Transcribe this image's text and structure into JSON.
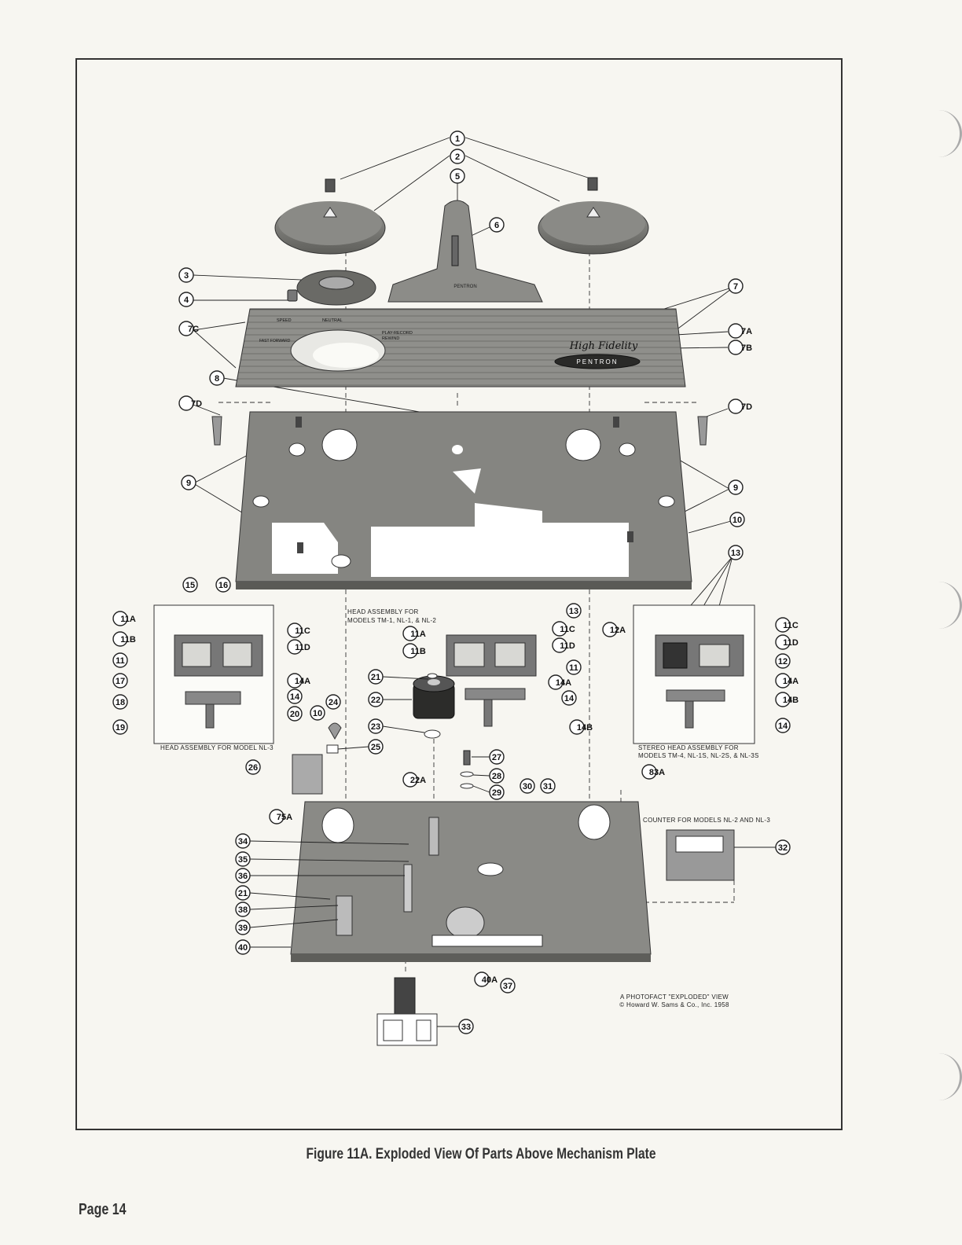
{
  "figure": {
    "caption": "Figure 11A. Exploded View Of Parts Above Mechanism Plate",
    "page_number": "Page 14",
    "credit_line1": "A PHOTOFACT \"EXPLODED\" VIEW",
    "credit_line2": "© Howard W. Sams & Co., Inc. 1958"
  },
  "brand": {
    "script": "High Fidelity",
    "badge": "PENTRON",
    "stand": "PENTRON"
  },
  "panel_labels": {
    "speed": "SPEED",
    "neutral": "NEUTRAL",
    "play_record": "PLAY-RECORD",
    "rewind": "REWIND",
    "fast_forward": "FAST FORWARD"
  },
  "boxes": {
    "head_nl3": "HEAD ASSEMBLY FOR MODEL NL-3",
    "head_tm1_line1": "HEAD ASSEMBLY FOR",
    "head_tm1_line2": "MODELS TM-1, NL-1, & NL-2",
    "stereo_line1": "STEREO HEAD ASSEMBLY FOR",
    "stereo_line2": "MODELS TM-4, NL-1S, NL-2S, & NL-3S",
    "counter": "COUNTER FOR MODELS NL-2 AND NL-3"
  },
  "callouts": {
    "c1": "1",
    "c2": "2",
    "c3": "3",
    "c4": "4",
    "c5": "5",
    "c6": "6",
    "c7": "7",
    "c7a": "7A",
    "c7b": "7B",
    "c7c": "7C",
    "c7d_left": "7D",
    "c7d_right": "7D",
    "c8": "8",
    "c9_left": "9",
    "c9_right": "9",
    "c10_plate": "10",
    "c10_nl3": "10",
    "c11a_nl3": "11A",
    "c11b_nl3": "11B",
    "c11_nl3": "11",
    "c11c_nl3": "11C",
    "c11d_nl3": "11D",
    "c11a_tm": "11A",
    "c11b_tm": "11B",
    "c11c_tm": "11C",
    "c11d_tm": "11D",
    "c11_tm": "11",
    "c11c_st": "11C",
    "c11d_st": "11D",
    "c12": "12",
    "c12a": "12A",
    "c13_top": "13",
    "c13_tm": "13",
    "c14a_nl3": "14A",
    "c14_nl3": "14",
    "c14a_tm": "14A",
    "c14_tm": "14",
    "c14b_tm": "14B",
    "c14a_st": "14A",
    "c14b_st": "14B",
    "c14_st": "14",
    "c15": "15",
    "c16": "16",
    "c17": "17",
    "c18": "18",
    "c19": "19",
    "c20": "20",
    "c21_top": "21",
    "c21_bot": "21",
    "c22": "22",
    "c22a": "22A",
    "c23": "23",
    "c24": "24",
    "c25": "25",
    "c26": "26",
    "c27": "27",
    "c28": "28",
    "c29": "29",
    "c30": "30",
    "c31": "31",
    "c32": "32",
    "c33": "33",
    "c34": "34",
    "c35": "35",
    "c36": "36",
    "c37": "37",
    "c38": "38",
    "c39": "39",
    "c40": "40",
    "c40a": "40A",
    "c75a": "75A",
    "c83a": "83A"
  },
  "colors": {
    "plate": "#8a8a86",
    "plate_dark": "#5a5a56",
    "reel": "#7a7a76",
    "panel": "#9a9a96",
    "paper": "#f7f6f1",
    "line": "#222222"
  }
}
